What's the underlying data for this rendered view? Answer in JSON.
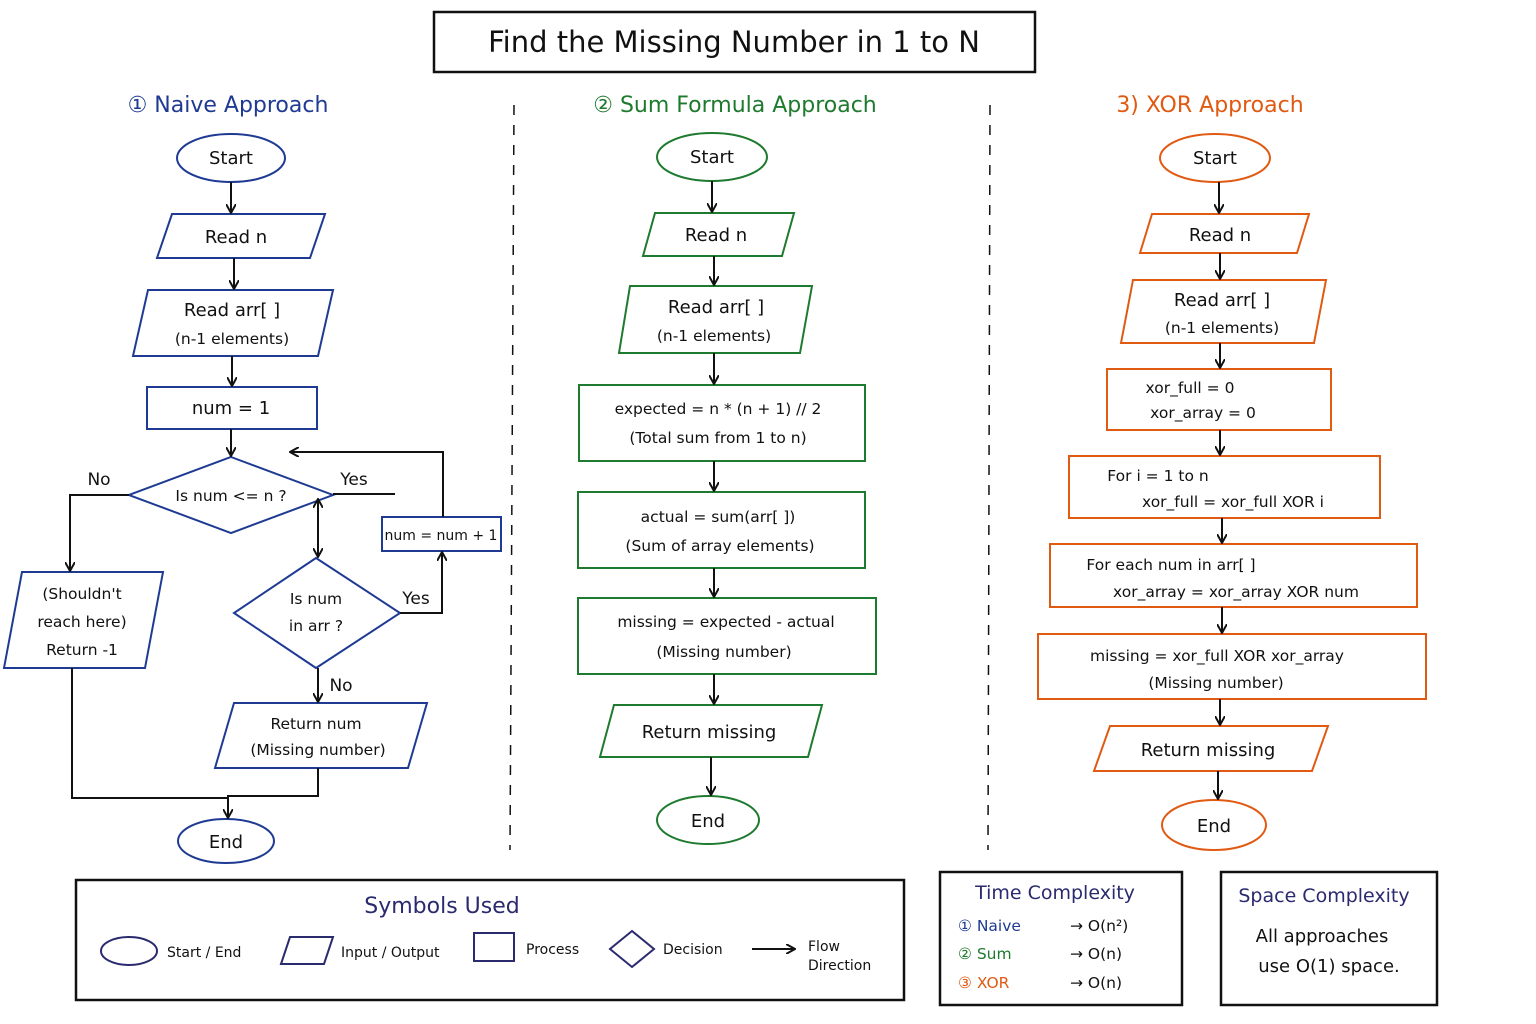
{
  "title": "Find the Missing Number in 1 to N",
  "colors": {
    "naive": "#1f3a93",
    "sum": "#1e7a2e",
    "xor": "#e05a12",
    "ink": "#111111"
  },
  "naive": {
    "heading": "① Naive Approach",
    "start": "Start",
    "read_n": "Read n",
    "read_arr": [
      "Read arr[ ]",
      "(n-1 elements)"
    ],
    "init": "num = 1",
    "decision1": "Is num <= n ?",
    "decision2": [
      "Is num",
      "in arr ?"
    ],
    "increment": "num = num + 1",
    "fallback": [
      "(Shouldn't",
      "reach here)",
      "Return -1"
    ],
    "return_num": [
      "Return num",
      "(Missing number)"
    ],
    "end": "End",
    "label_no1": "No",
    "label_yes1": "Yes",
    "label_yes2": "Yes",
    "label_no2": "No"
  },
  "sum": {
    "heading": "② Sum Formula Approach",
    "start": "Start",
    "read_n": "Read n",
    "read_arr": [
      "Read arr[ ]",
      "(n-1 elements)"
    ],
    "expected": [
      "expected = n * (n + 1) // 2",
      "(Total sum from 1 to n)"
    ],
    "actual": [
      "actual = sum(arr[ ])",
      "(Sum of array elements)"
    ],
    "missing": [
      "missing = expected - actual",
      "(Missing number)"
    ],
    "return": "Return missing",
    "end": "End"
  },
  "xor": {
    "heading": "3) XOR Approach",
    "start": "Start",
    "read_n": "Read n",
    "read_arr": [
      "Read arr[ ]",
      "(n-1 elements)"
    ],
    "init": [
      "xor_full = 0",
      "xor_array = 0"
    ],
    "loop1": [
      "For i = 1 to n",
      "xor_full = xor_full XOR i"
    ],
    "loop2": [
      "For each num in arr[ ]",
      "xor_array = xor_array XOR num"
    ],
    "missing": [
      "missing = xor_full XOR xor_array",
      "(Missing number)"
    ],
    "return": "Return missing",
    "end": "End"
  },
  "legend": {
    "title": "Symbols Used",
    "start_end": "Start / End",
    "io": "Input / Output",
    "process": "Process",
    "decision": "Decision",
    "flow": [
      "Flow",
      "Direction"
    ]
  },
  "time": {
    "title": "Time Complexity",
    "rows": [
      {
        "label": "① Naive",
        "value": "→ O(n²)"
      },
      {
        "label": "② Sum",
        "value": "→ O(n)"
      },
      {
        "label": "③ XOR",
        "value": "→ O(n)"
      }
    ]
  },
  "space": {
    "title": "Space Complexity",
    "lines": [
      "All approaches",
      "use O(1) space."
    ]
  }
}
